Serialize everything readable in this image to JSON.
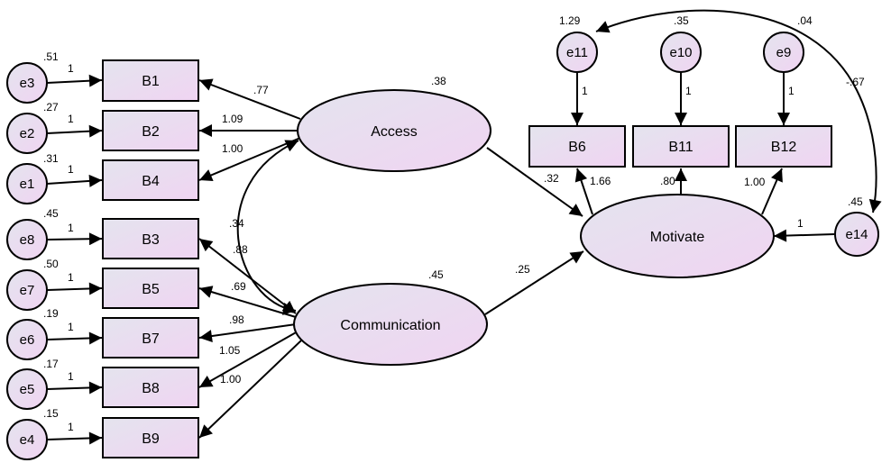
{
  "latents": {
    "access": {
      "label": "Access",
      "variance": ".38"
    },
    "communication": {
      "label": "Communication",
      "variance": ".45"
    },
    "motivate": {
      "label": "Motivate"
    }
  },
  "indicators": {
    "b1": "B1",
    "b2": "B2",
    "b4": "B4",
    "b3": "B3",
    "b5": "B5",
    "b7": "B7",
    "b8": "B8",
    "b9": "B9",
    "b6": "B6",
    "b11": "B11",
    "b12": "B12"
  },
  "errors": {
    "e3": {
      "label": "e3",
      "variance": ".51",
      "path": "1"
    },
    "e2": {
      "label": "e2",
      "variance": ".27",
      "path": "1"
    },
    "e1": {
      "label": "e1",
      "variance": ".31",
      "path": "1"
    },
    "e8": {
      "label": "e8",
      "variance": ".45",
      "path": "1"
    },
    "e7": {
      "label": "e7",
      "variance": ".50",
      "path": "1"
    },
    "e6": {
      "label": "e6",
      "variance": ".19",
      "path": "1"
    },
    "e5": {
      "label": "e5",
      "variance": ".17",
      "path": "1"
    },
    "e4": {
      "label": "e4",
      "variance": ".15",
      "path": "1"
    },
    "e11": {
      "label": "e11",
      "variance": "1.29",
      "path": "1"
    },
    "e10": {
      "label": "e10",
      "variance": ".35",
      "path": "1"
    },
    "e9": {
      "label": "e9",
      "variance": ".04",
      "path": "1"
    },
    "e14": {
      "label": "e14",
      "variance": ".45",
      "path": "1"
    }
  },
  "loadings": {
    "access_b1": ".77",
    "access_b2": "1.09",
    "access_b4": "1.00",
    "comm_b3": ".88",
    "comm_b5": ".69",
    "comm_b7": ".98",
    "comm_b8": "1.05",
    "comm_b9": "1.00",
    "motivate_b6": "1.66",
    "motivate_b11": ".80",
    "motivate_b12": "1.00"
  },
  "structural": {
    "access_motivate": ".32",
    "comm_motivate": ".25",
    "access_comm_cov": ".34",
    "e11_e14_cov": "-.67"
  },
  "colors": {
    "fill_start": "#e4e4ee",
    "fill_end": "#f0d4f2",
    "stroke": "#000000"
  }
}
